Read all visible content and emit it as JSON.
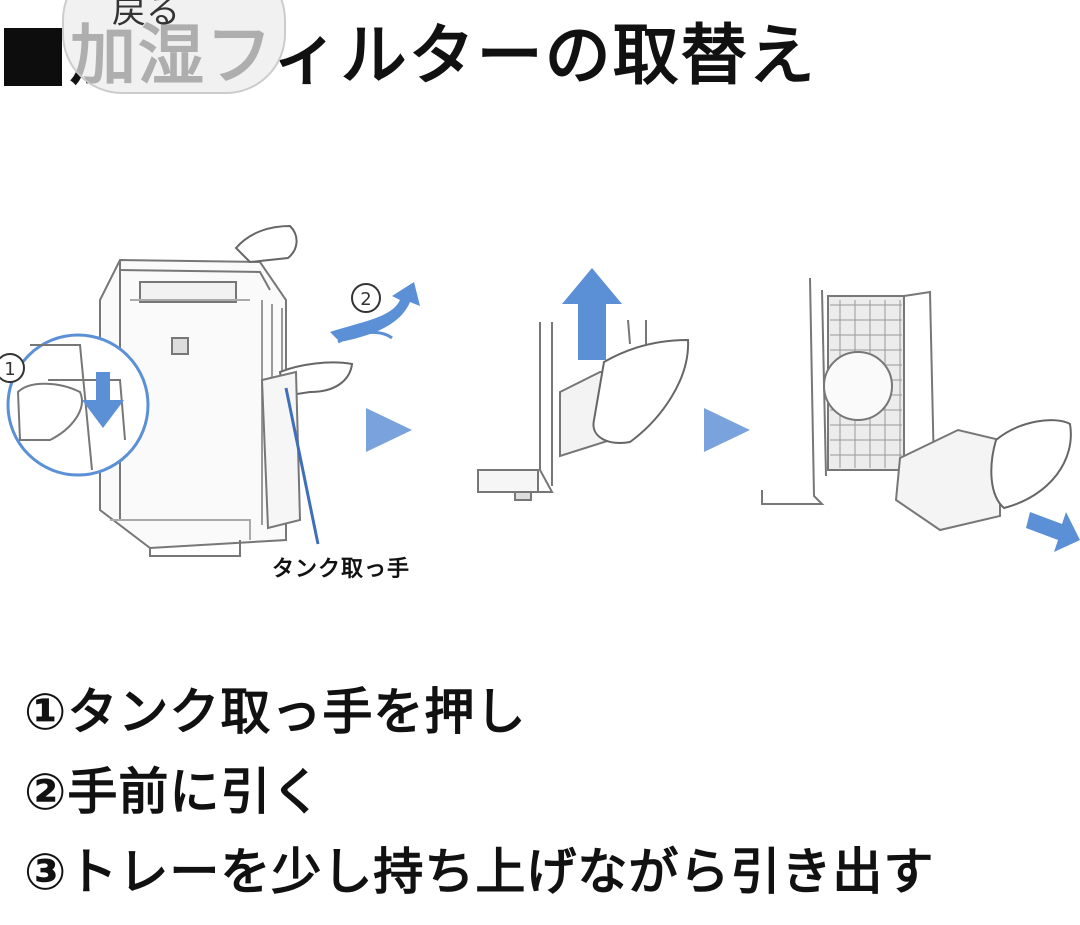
{
  "title": {
    "text": "加湿フィルターの取替え"
  },
  "back_button": {
    "label": "戻る"
  },
  "illustration": {
    "handle_callout": "タンク取っ手",
    "step1_marker": "1",
    "step2_marker": "2",
    "arrow_color": "#5b8fd6",
    "play_arrow_color": "#7aa3dd"
  },
  "steps": [
    {
      "text": "①タンク取っ手を押し"
    },
    {
      "text": "②手前に引く"
    },
    {
      "text": "③トレーを少し持ち上げながら引き出す"
    }
  ]
}
